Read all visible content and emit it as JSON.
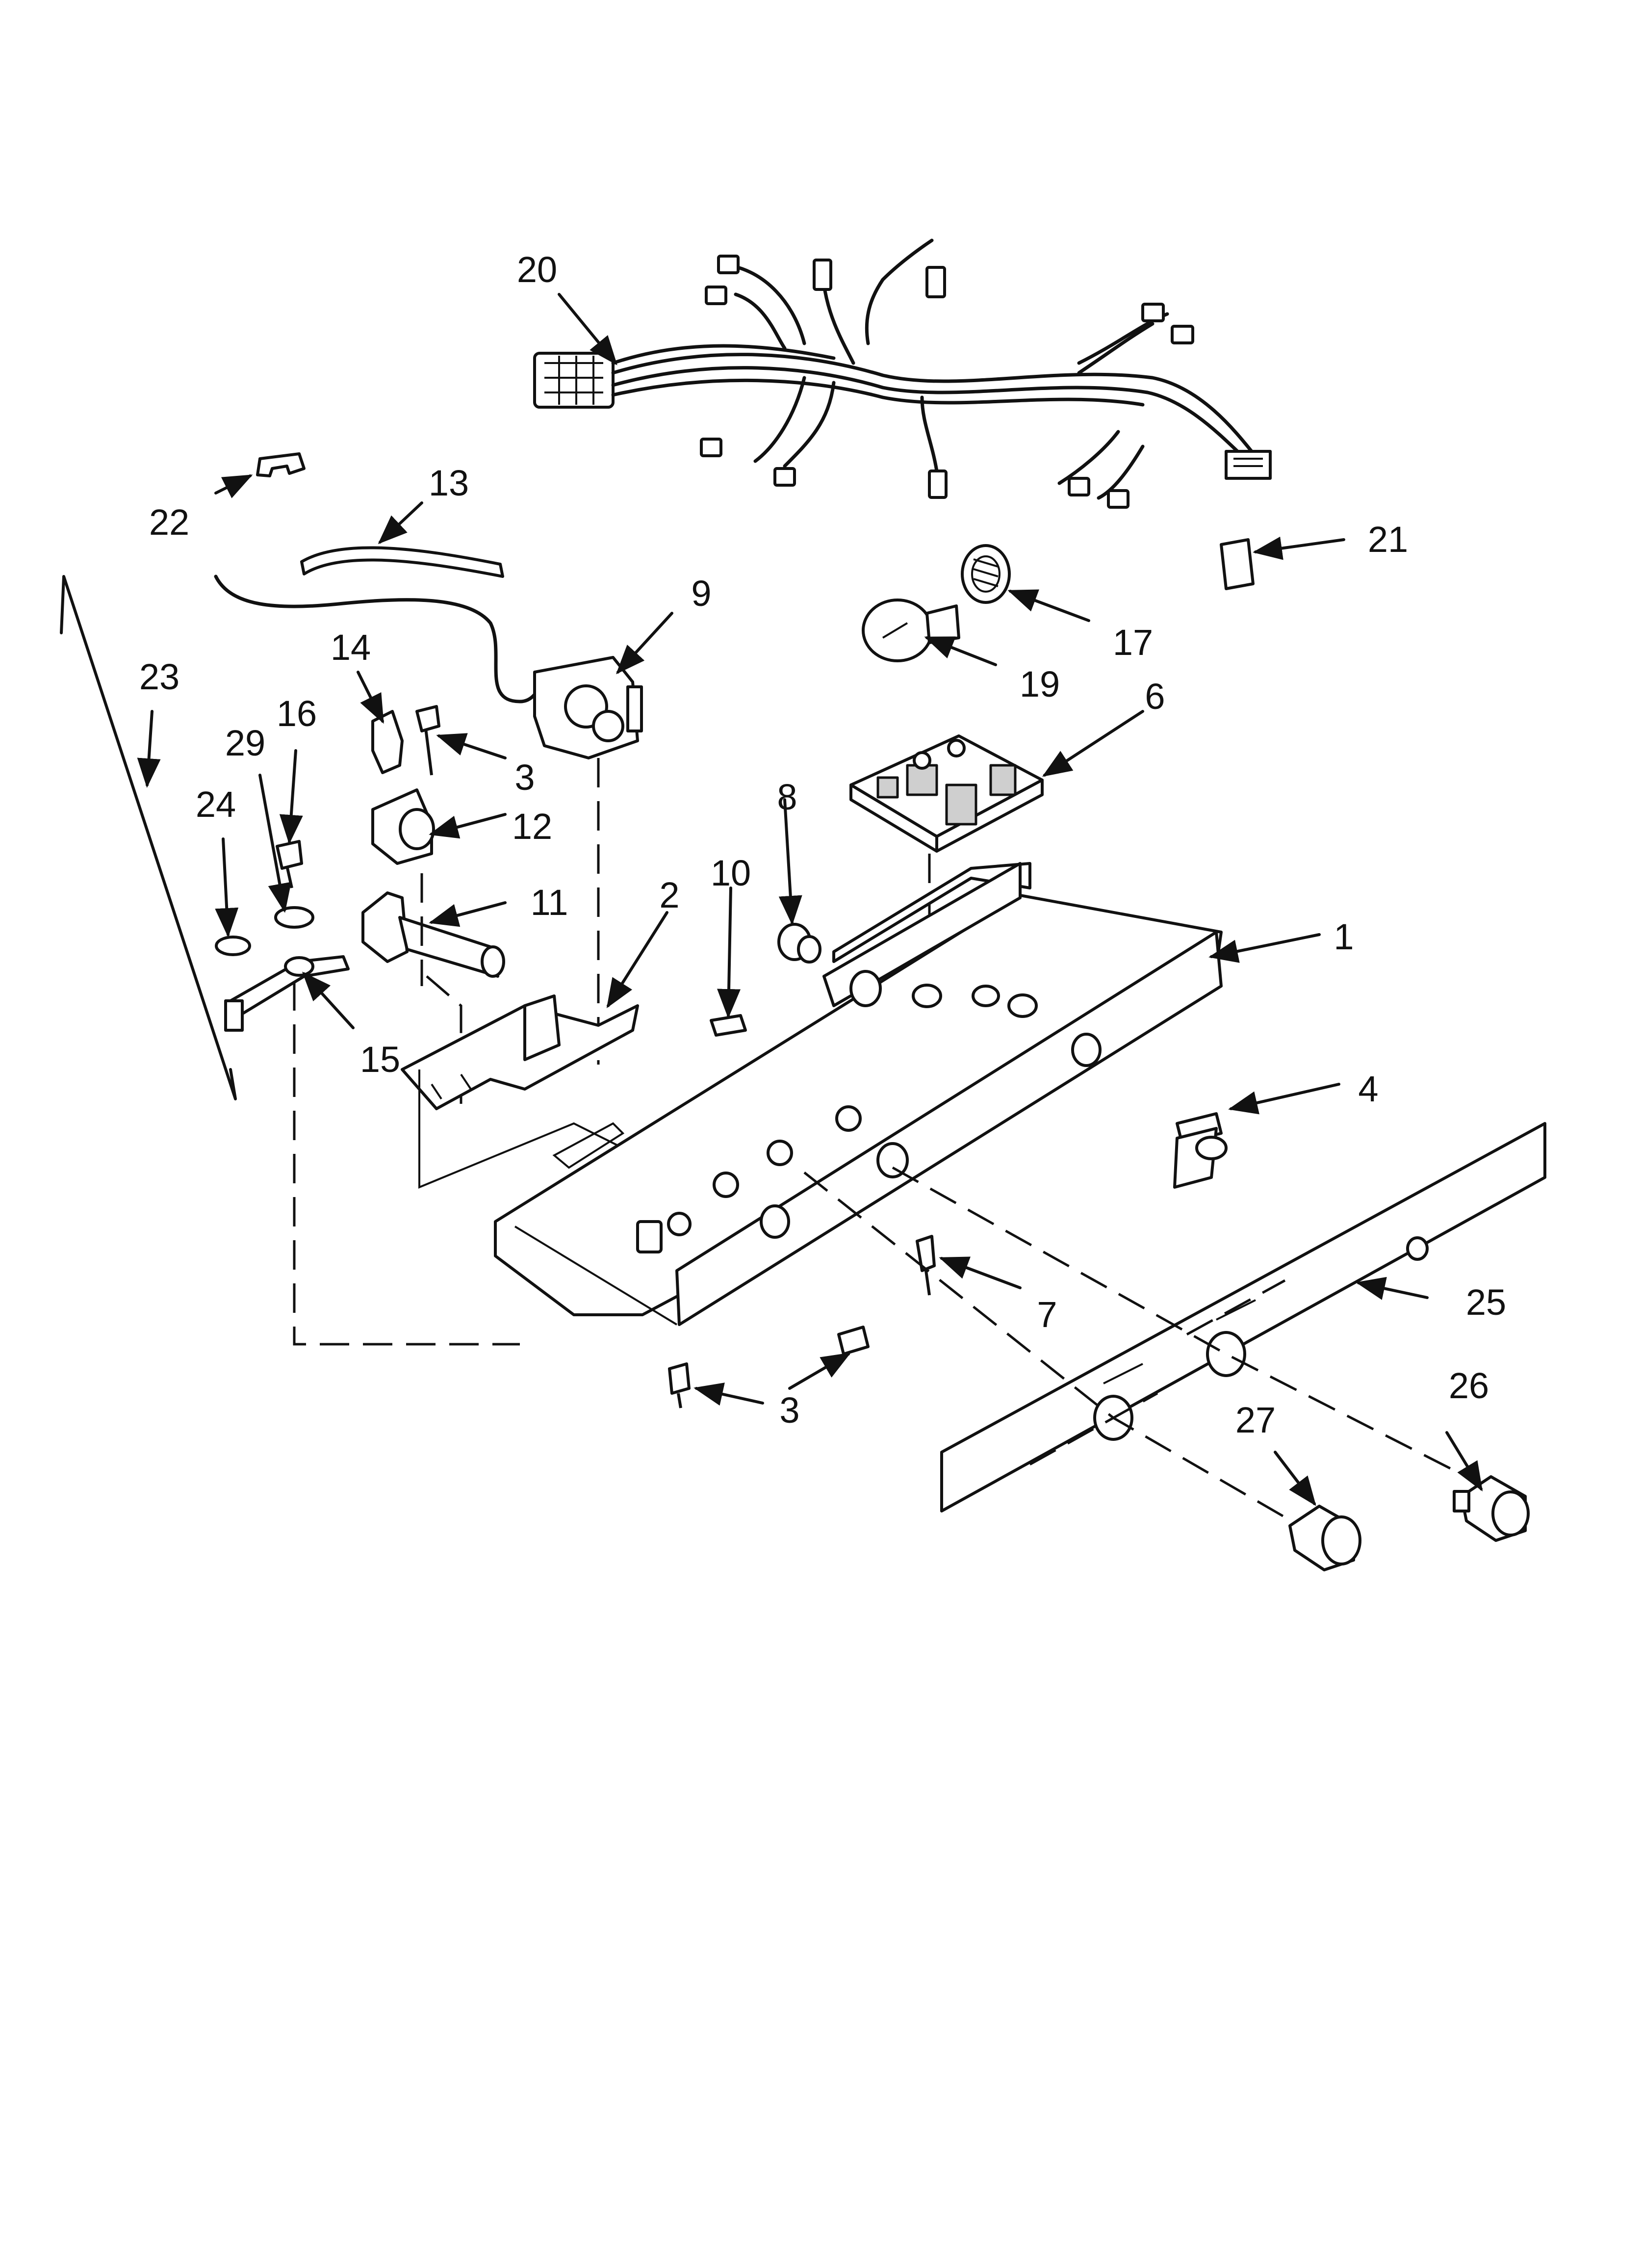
{
  "callouts": [
    {
      "id": "callout-20",
      "label": "20"
    },
    {
      "id": "callout-22",
      "label": "22"
    },
    {
      "id": "callout-13",
      "label": "13"
    },
    {
      "id": "callout-21",
      "label": "21"
    },
    {
      "id": "callout-9",
      "label": "9"
    },
    {
      "id": "callout-17",
      "label": "17"
    },
    {
      "id": "callout-19",
      "label": "19"
    },
    {
      "id": "callout-23",
      "label": "23"
    },
    {
      "id": "callout-14",
      "label": "14"
    },
    {
      "id": "callout-29",
      "label": "29"
    },
    {
      "id": "callout-16",
      "label": "16"
    },
    {
      "id": "callout-3-top",
      "label": "3"
    },
    {
      "id": "callout-6",
      "label": "6"
    },
    {
      "id": "callout-24",
      "label": "24"
    },
    {
      "id": "callout-12",
      "label": "12"
    },
    {
      "id": "callout-8",
      "label": "8"
    },
    {
      "id": "callout-10",
      "label": "10"
    },
    {
      "id": "callout-11",
      "label": "11"
    },
    {
      "id": "callout-2",
      "label": "2"
    },
    {
      "id": "callout-1",
      "label": "1"
    },
    {
      "id": "callout-15",
      "label": "15"
    },
    {
      "id": "callout-4",
      "label": "4"
    },
    {
      "id": "callout-7",
      "label": "7"
    },
    {
      "id": "callout-25",
      "label": "25"
    },
    {
      "id": "callout-3-bottom",
      "label": "3"
    },
    {
      "id": "callout-26",
      "label": "26"
    },
    {
      "id": "callout-27",
      "label": "27"
    }
  ]
}
